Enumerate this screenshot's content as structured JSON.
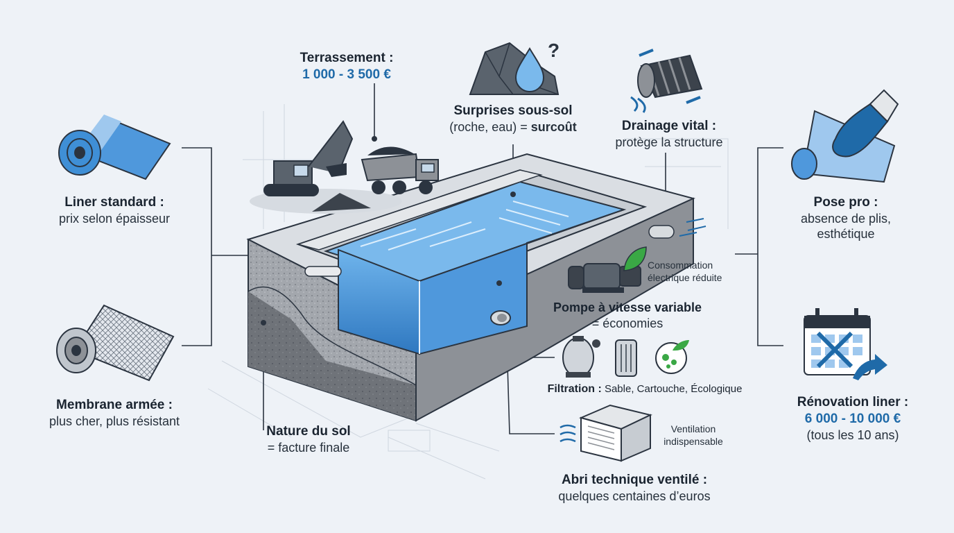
{
  "terrassement": {
    "title": "Terrassement :",
    "price": "1 000 - 3 500 €"
  },
  "surprises": {
    "title": "Surprises sous-sol",
    "detail_prefix": "(roche, eau) = ",
    "detail_bold": "surcoût"
  },
  "drainage": {
    "title": "Drainage vital :",
    "detail": "protège la structure"
  },
  "liner_standard": {
    "title": "Liner standard :",
    "detail": "prix selon épaisseur"
  },
  "membrane": {
    "title": "Membrane armée :",
    "detail": "plus cher, plus résistant"
  },
  "pose": {
    "title": "Pose pro :",
    "detail_1": "absence de plis,",
    "detail_2": "esthétique"
  },
  "consommation": {
    "line_1": "Consommation",
    "line_2": "électrique réduite"
  },
  "pompe": {
    "title": "Pompe à vitesse variable",
    "detail": "= économies"
  },
  "filtration": {
    "title": "Filtration :",
    "detail": " Sable, Cartouche, Écologique"
  },
  "nature_sol": {
    "title": "Nature du sol",
    "detail": "= facture finale"
  },
  "ventilation": {
    "line_1": "Ventilation",
    "line_2": "indispensable"
  },
  "abri": {
    "title": "Abri technique ventilé :",
    "detail": "quelques centaines d’euros"
  },
  "renovation": {
    "title": "Rénovation liner :",
    "price": "6 000 - 10 000 €",
    "detail": "(tous les 10 ans)"
  },
  "colors": {
    "accent": "#1f6aa8",
    "water": "#3f8fd6",
    "dark": "#2b3440",
    "leaf": "#3aa845",
    "background": "#eef2f7"
  }
}
